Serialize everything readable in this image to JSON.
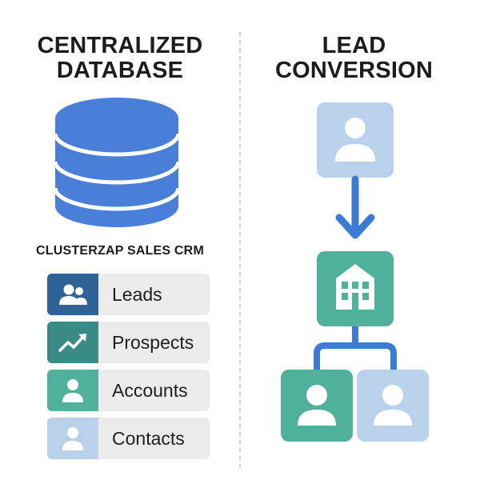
{
  "left_panel": {
    "title_line1": "CENTRALIZED",
    "title_line2": "DATABASE",
    "database_icon": "database-cylinder-icon",
    "crm_label": "CLUSTERZAP SALES CRM",
    "categories": [
      {
        "label": "Leads",
        "icon": "users-icon",
        "color": "#2f6397"
      },
      {
        "label": "Prospects",
        "icon": "trend-up-icon",
        "color": "#3a8a86"
      },
      {
        "label": "Accounts",
        "icon": "user-icon",
        "color": "#4fb199"
      },
      {
        "label": "Contacts",
        "icon": "user-icon",
        "color": "#b9d1eb"
      }
    ]
  },
  "right_panel": {
    "title_line1": "LEAD",
    "title_line2": "CONVERSION",
    "nodes": [
      {
        "icon": "user-icon",
        "color": "#b9d1eb"
      },
      {
        "icon": "building-icon",
        "color": "#4fb199"
      },
      {
        "icon": "user-icon",
        "color": "#4fb199"
      },
      {
        "icon": "user-icon",
        "color": "#b9d1eb"
      }
    ]
  },
  "colors": {
    "database_blue": "#4a7fd9",
    "arrow_blue": "#3a7bd5",
    "divider": "#d4d4d4",
    "row_background": "#ebebeb"
  }
}
